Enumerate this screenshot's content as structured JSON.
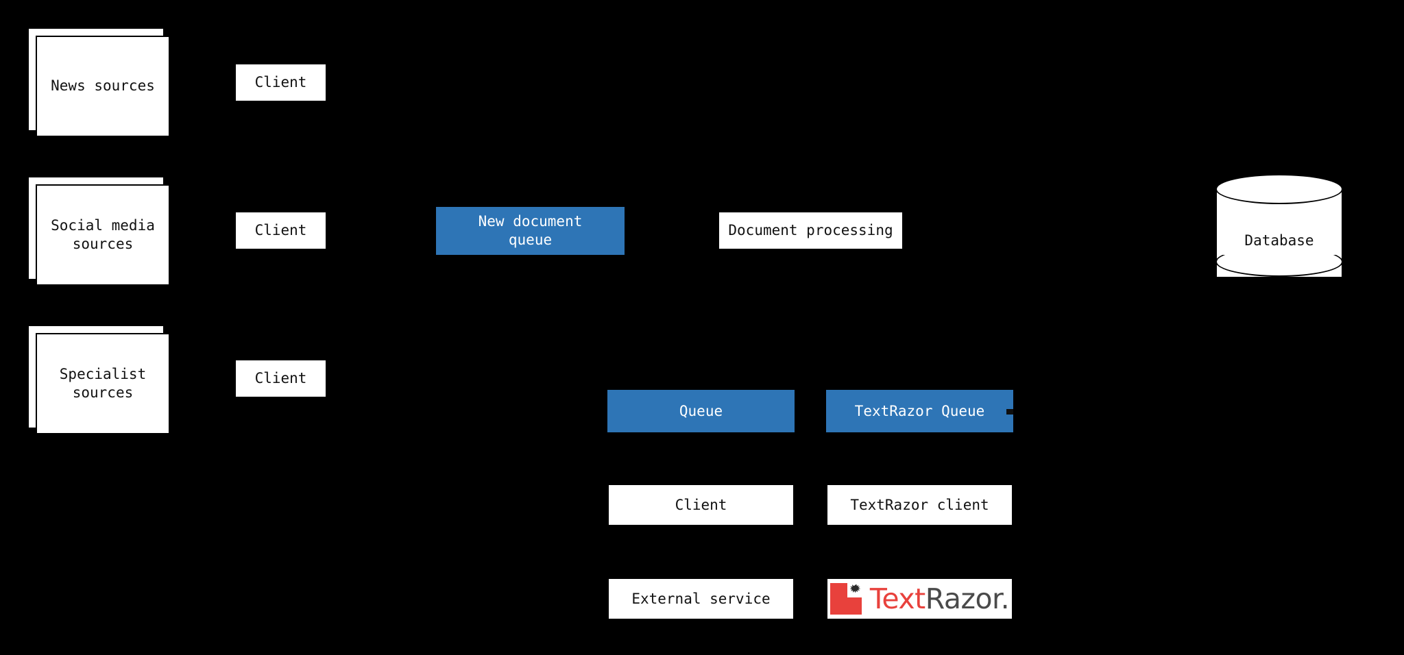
{
  "meta": {
    "background_color": "#000000",
    "accent_blue": "#2e75b6",
    "node_fill": "#ffffff",
    "node_stroke": "#000000",
    "text_color": "#111111",
    "blue_text_color": "#ffffff",
    "logo_red": "#e8413c",
    "logo_gray": "#4a4a4a"
  },
  "pipeline": {
    "sources": [
      {
        "label": "News sources"
      },
      {
        "label": "Social media\nsources"
      },
      {
        "label": "Specialist\nsources"
      }
    ],
    "clients": [
      {
        "label": "Client"
      },
      {
        "label": "Client"
      },
      {
        "label": "Client"
      }
    ],
    "queue": {
      "label": "New document\nqueue"
    },
    "processor": {
      "label": "Document processing"
    },
    "database": {
      "label": "Database"
    }
  },
  "legend": {
    "rows": [
      {
        "left": {
          "label": "Queue",
          "style": "blue"
        },
        "right": {
          "label": "TextRazor Queue",
          "style": "blue"
        }
      },
      {
        "left": {
          "label": "Client",
          "style": "white"
        },
        "right": {
          "label": "TextRazor client",
          "style": "white"
        }
      },
      {
        "left": {
          "label": "External service",
          "style": "white"
        },
        "right": {
          "label": "TextRazor.",
          "style": "logo"
        }
      }
    ],
    "logo": {
      "text_part_1": "Text",
      "text_part_2": "Razor.",
      "mark_icon": "textrazor-mark-icon"
    }
  }
}
